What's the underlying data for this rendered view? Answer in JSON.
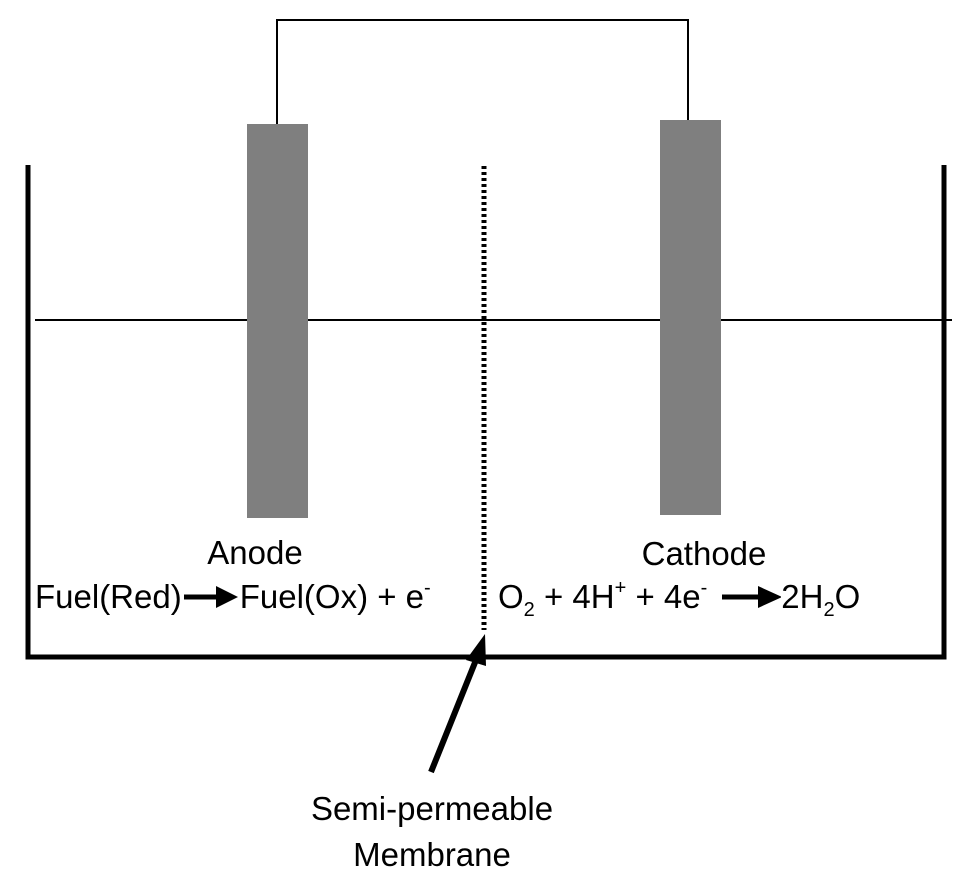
{
  "colors": {
    "line": "#000000",
    "electrode": "#7f7f7f",
    "background": "#ffffff"
  },
  "labels": {
    "anode": "Anode",
    "cathode": "Cathode",
    "membrane_line1": "Semi-permeable",
    "membrane_line2": "Membrane"
  },
  "anode_reaction": {
    "reactant": "Fuel(Red)",
    "product": "Fuel(Ox) + e",
    "product_charge": "-"
  },
  "cathode_reaction": {
    "o": "O",
    "o_sub": "2",
    "plus1": " + 4H",
    "h_charge": "+",
    "plus2": " + 4e",
    "e_charge": "-",
    "product_coef": "2H",
    "product_sub": "2",
    "product_end": "O"
  },
  "icons": [
    "arrow-right-icon",
    "pointer-arrow-icon"
  ]
}
